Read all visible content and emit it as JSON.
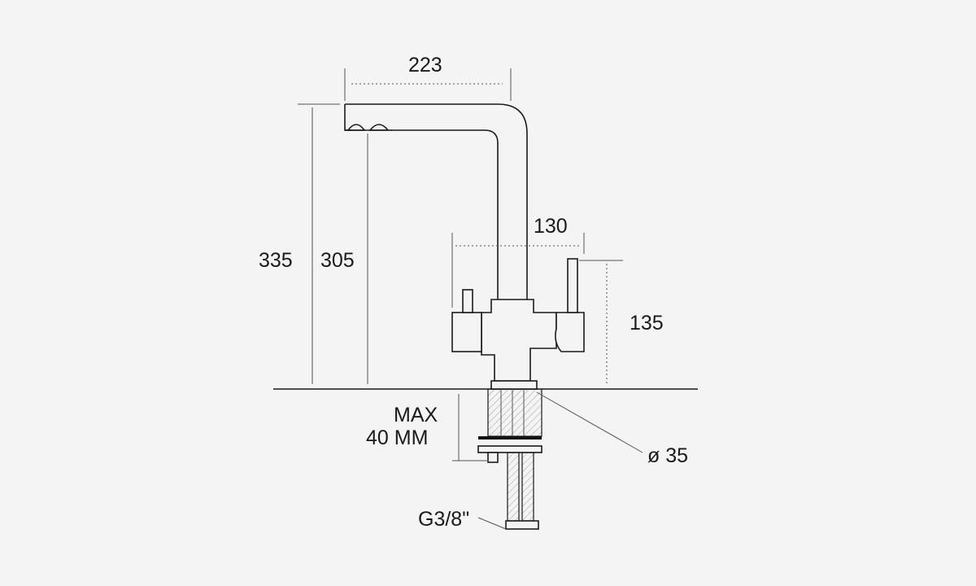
{
  "colors": {
    "background": "#f4f4f4",
    "line": "#1a1a1a"
  },
  "dimensions": {
    "spout_reach": "223",
    "total_height": "335",
    "spout_height": "305",
    "handle_span": "130",
    "handle_height": "135",
    "max_thickness_line1": "MAX",
    "max_thickness_line2": "40 MM",
    "hole_diameter": "ø 35",
    "thread": "G3/8\""
  }
}
